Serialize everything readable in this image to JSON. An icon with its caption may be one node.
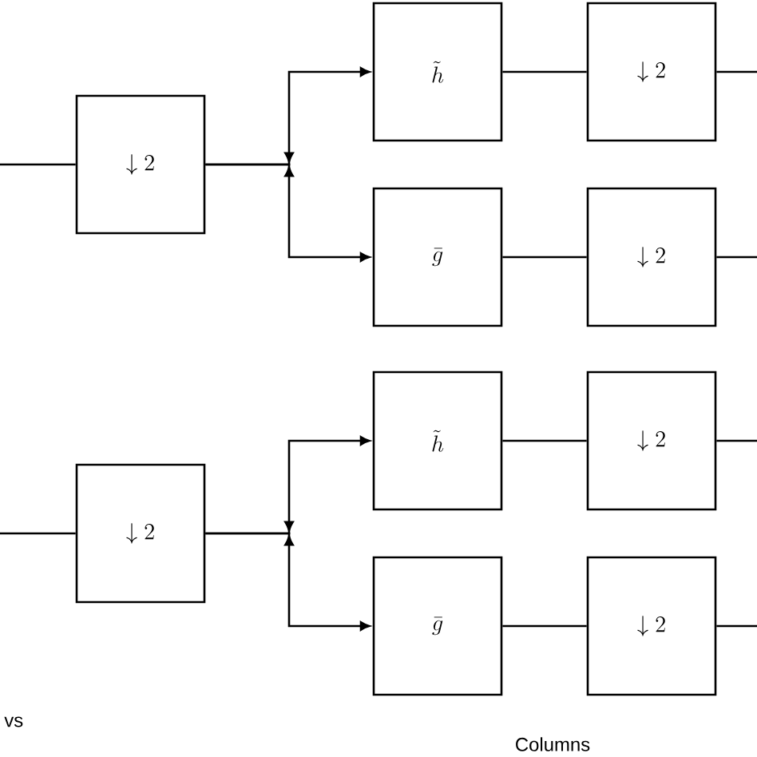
{
  "diagram": {
    "nodes": [
      {
        "text": [
          "\\downarrow 2"
        ]
      },
      {
        "text": [
          "\\tilde{h}"
        ]
      },
      {
        "text": [
          "\\downarrow 2"
        ]
      },
      {
        "text": [
          "\\bar{g}"
        ]
      },
      {
        "text": [
          "\\downarrow 2"
        ]
      },
      {
        "text": [
          "\\downarrow 2"
        ]
      },
      {
        "text": [
          "\\tilde{h}"
        ]
      },
      {
        "text": [
          "\\downarrow 2"
        ]
      },
      {
        "text": [
          "\\bar{g}"
        ]
      },
      {
        "text": [
          "\\downarrow 2"
        ]
      }
    ],
    "edges": [
      {
        "from": null,
        "to": 0,
        "arrow": "none"
      },
      {
        "from": 0,
        "to": 1,
        "arrow": "to"
      },
      {
        "from": 0,
        "to": 3,
        "arrow": "to"
      },
      {
        "from": 1,
        "to": 2,
        "arrow": "none"
      },
      {
        "from": 2,
        "to": null,
        "arrow": "none"
      },
      {
        "from": 3,
        "to": 4,
        "arrow": "none"
      },
      {
        "from": 4,
        "to": null,
        "arrow": "none"
      },
      {
        "from": null,
        "to": 5,
        "arrow": "none"
      },
      {
        "from": 5,
        "to": 6,
        "arrow": "to"
      },
      {
        "from": 5,
        "to": 8,
        "arrow": "to"
      },
      {
        "from": 6,
        "to": 7,
        "arrow": "none"
      },
      {
        "from": 7,
        "to": null,
        "arrow": "none"
      },
      {
        "from": 8,
        "to": 9,
        "arrow": "none"
      },
      {
        "from": 9,
        "to": null,
        "arrow": "none"
      }
    ],
    "labels": [
      "vs",
      "Columns"
    ]
  }
}
